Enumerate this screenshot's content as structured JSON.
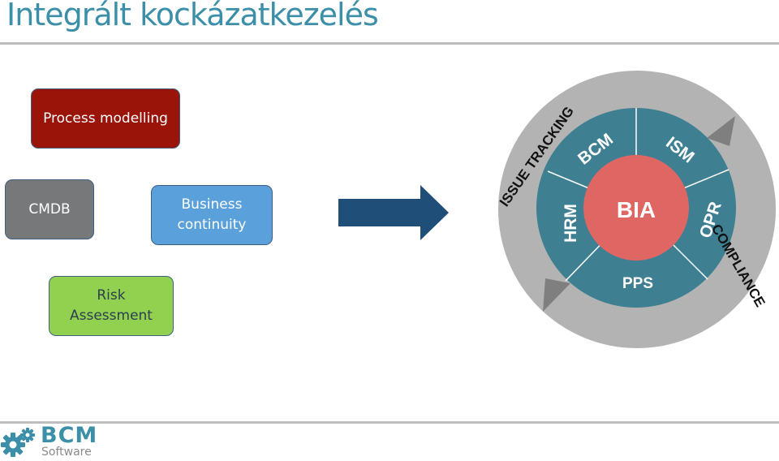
{
  "title": "Integrált kockázatkezelés",
  "boxes": {
    "process_modelling": "Process modelling",
    "cmdb": "CMDB",
    "business_continuity": "Business continuity",
    "risk_assessment": "Risk Assessment"
  },
  "wheel": {
    "center": "BIA",
    "inner_segments": {
      "bcm": "BCM",
      "ism": "ISM",
      "opr": "OPR",
      "pps": "PPS",
      "hrm": "HRM"
    },
    "outer_ring": {
      "issue_tracking": "ISSUE TRACKING",
      "compliance": "COMPLIANCE"
    }
  },
  "logo": {
    "name": "BCM",
    "sub": "Software"
  },
  "colors": {
    "title": "#3b8fa8",
    "process_box": "#9a1409",
    "cmdb_box": "#77787a",
    "business_box": "#5aa1dc",
    "risk_box": "#92d050",
    "arrow": "#1f4e79",
    "outer_ring": "#b3b3b3",
    "inner_ring": "#3e8092",
    "center": "#e06664"
  }
}
